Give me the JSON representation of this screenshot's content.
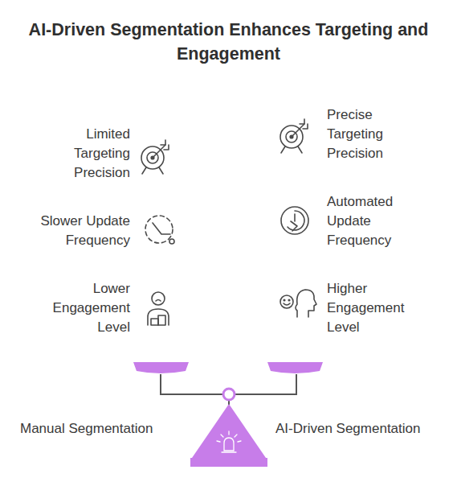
{
  "diagram": {
    "title": "AI-Driven Segmentation Enhances Targeting and Engagement",
    "labels": [
      "Limited Targeting Precision",
      "Precise Targeting Precision",
      "Slower Update Frequency",
      "Automated Update Frequency",
      "Lower Engagement Level",
      "Higher Engagement Level",
      "Manual Segmentation",
      "AI-Driven Segmentation"
    ]
  }
}
